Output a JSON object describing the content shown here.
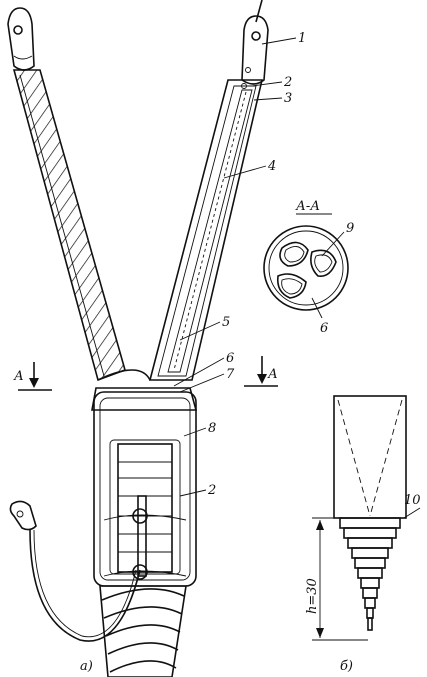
{
  "labels": {
    "l1": "1",
    "l2a": "2",
    "l3": "3",
    "l4": "4",
    "l5": "5",
    "l6": "6",
    "l7": "7",
    "l8": "8",
    "l2b": "2",
    "l9": "9",
    "l6b": "6",
    "l10": "10"
  },
  "section": {
    "title": "А-А",
    "left_marker": "А",
    "right_marker": "А"
  },
  "dimension": {
    "height_label": "h=30"
  },
  "captions": {
    "a": "а)",
    "b": "б)"
  }
}
